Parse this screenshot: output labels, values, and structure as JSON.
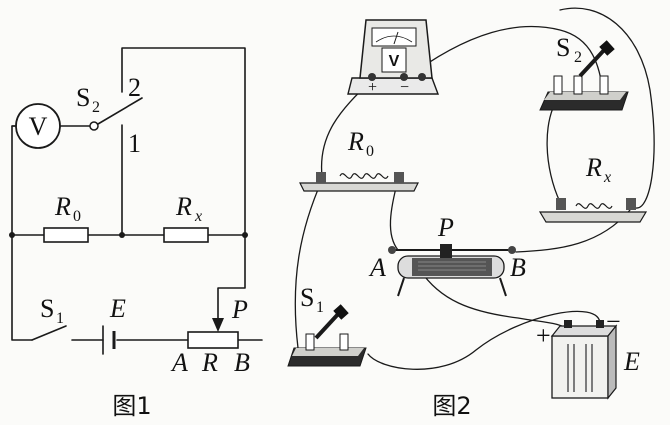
{
  "figure1": {
    "voltmeter": "V",
    "s2": "S",
    "s2_sub": "2",
    "pos2": "2",
    "pos1": "1",
    "r0": "R",
    "r0_sub": "0",
    "rx": "R",
    "rx_sub": "x",
    "s1": "S",
    "s1_sub": "1",
    "e": "E",
    "p": "P",
    "a": "A",
    "r": "R",
    "b": "B",
    "caption": "图1"
  },
  "figure2": {
    "voltmeter": "V",
    "meter_plus": "+",
    "meter_minus": "−",
    "s2": "S",
    "s2_sub": "2",
    "r0": "R",
    "r0_sub": "0",
    "rx": "R",
    "rx_sub": "x",
    "p": "P",
    "a": "A",
    "b": "B",
    "s1": "S",
    "s1_sub": "1",
    "battery_plus": "+",
    "battery_minus": "−",
    "e": "E",
    "caption": "图2"
  }
}
